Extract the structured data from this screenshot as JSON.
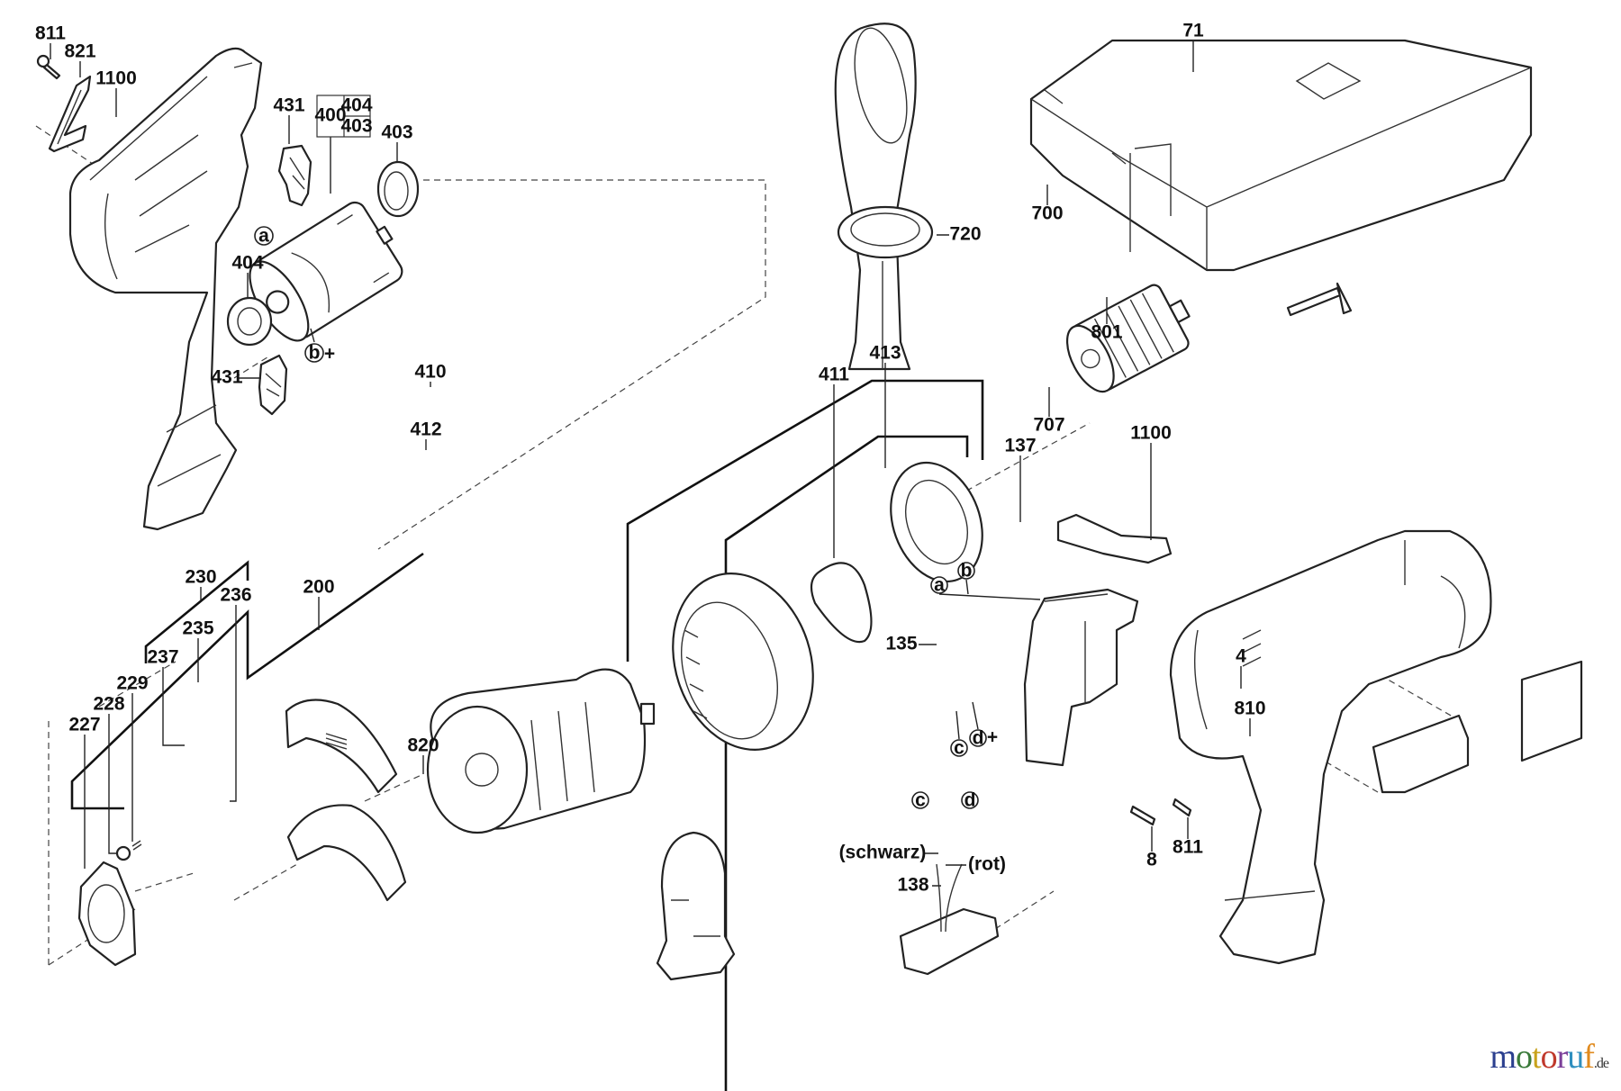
{
  "diagram": {
    "labels": {
      "p811_top": "811",
      "p821": "821",
      "p1100_left": "1100",
      "p431_top": "431",
      "p400": "400",
      "p400_404": "404",
      "p400_403": "403",
      "p403": "403",
      "p404": "404",
      "p431_bottom": "431",
      "p410": "410",
      "p412": "412",
      "p411": "411",
      "p413": "413",
      "p720": "720",
      "p71": "71",
      "p700": "700",
      "p801": "801",
      "p707": "707",
      "p137": "137",
      "p1100_right": "1100",
      "p135": "135",
      "p4": "4",
      "p810": "810",
      "p8": "8",
      "p811_bottom": "811",
      "p230": "230",
      "p236": "236",
      "p200": "200",
      "p235": "235",
      "p237": "237",
      "p229": "229",
      "p228": "228",
      "p227": "227",
      "p820": "820",
      "p138": "138",
      "schwarz": "(schwarz)",
      "rot": "(rot)"
    },
    "connectors": {
      "a_motor": "a",
      "b_motor": "b",
      "b_plus": "+",
      "a_switch": "a",
      "b_switch": "b",
      "c_switch": "c",
      "d_switch": "d",
      "d_plus": "+",
      "c_wire": "c",
      "d_wire": "d"
    }
  },
  "watermark": {
    "letters": [
      "m",
      "o",
      "t",
      "o",
      "r",
      "u",
      "f"
    ],
    "colors": [
      "#2b3f8f",
      "#3a7a3a",
      "#c8a21c",
      "#c0392b",
      "#7b3f99",
      "#2f8fbf",
      "#e08a1e"
    ],
    "tld": ".de"
  }
}
